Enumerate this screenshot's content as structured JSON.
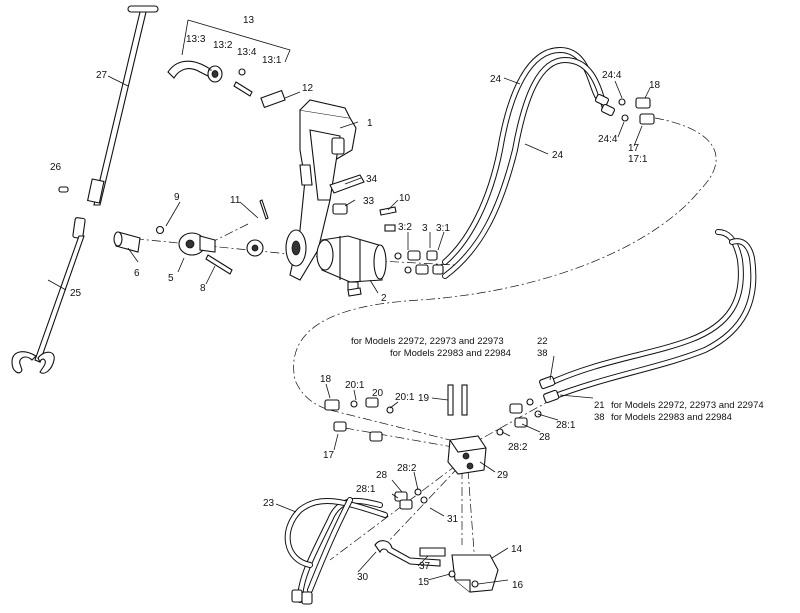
{
  "labels": {
    "p1": "1",
    "p2": "2",
    "p3": "3",
    "p3_1": "3:1",
    "p3_2": "3:2",
    "p5": "5",
    "p6": "6",
    "p8": "8",
    "p9": "9",
    "p10": "10",
    "p11": "11",
    "p12": "12",
    "p13": "13",
    "p13_1": "13:1",
    "p13_2": "13:2",
    "p13_3": "13:3",
    "p13_4": "13:4",
    "p14": "14",
    "p15": "15",
    "p16": "16",
    "p17_top": "17",
    "p17_1": "17:1",
    "p17_bot": "17",
    "p18_top": "18",
    "p18_bot": "18",
    "p19": "19",
    "p20": "20",
    "p20_1a": "20:1",
    "p20_1b": "20:1",
    "p23": "23",
    "p24a": "24",
    "p24b": "24",
    "p24_4a": "24:4",
    "p24_4b": "24:4",
    "p25": "25",
    "p26": "26",
    "p27": "27",
    "p28a": "28",
    "p28b": "28",
    "p28_1a": "28:1",
    "p28_1b": "28:1",
    "p28_2a": "28:2",
    "p28_2b": "28:2",
    "p29": "29",
    "p30": "30",
    "p31": "31",
    "p33": "33",
    "p34": "34",
    "p37": "37"
  },
  "notes": {
    "n22_line1": "for Models  22972, 22973 and 22973",
    "n22_num": "22",
    "n22_line2": "for Models 22983 and 22984",
    "n22_num2": "38",
    "n21_num": "21",
    "n21_line1": "for Models  22972, 22973 and 22974",
    "n21_num2": "38",
    "n21_line2": "for Models 22983 and 22984"
  }
}
